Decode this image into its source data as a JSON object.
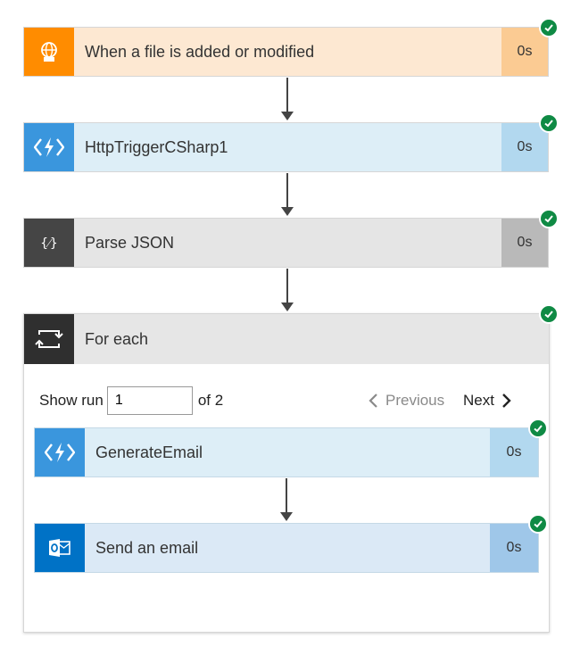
{
  "steps": [
    {
      "label": "When a file is added or modified",
      "duration": "0s",
      "icon": "sharepoint-icon",
      "colors": {
        "icon_bg": "#ff8c00",
        "body_bg": "#fde8d2",
        "dur_bg": "#fbcb93"
      }
    },
    {
      "label": "HttpTriggerCSharp1",
      "duration": "0s",
      "icon": "azure-function-icon",
      "colors": {
        "icon_bg": "#3a96dd",
        "body_bg": "#ddeef7",
        "dur_bg": "#b2d8ef"
      }
    },
    {
      "label": "Parse JSON",
      "duration": "0s",
      "icon": "data-operation-icon",
      "colors": {
        "icon_bg": "#454545",
        "body_bg": "#e5e5e5",
        "dur_bg": "#b9b9b9"
      }
    }
  ],
  "foreach": {
    "label": "For each",
    "icon": "loop-icon",
    "pager": {
      "show_run_label": "Show run",
      "run_value": "1",
      "of_label": "of 2",
      "previous_label": "Previous",
      "next_label": "Next"
    },
    "actions": [
      {
        "label": "GenerateEmail",
        "duration": "0s",
        "icon": "azure-function-icon",
        "colors": {
          "icon_bg": "#3a96dd",
          "body_bg": "#ddeef7",
          "dur_bg": "#b2d8ef"
        }
      },
      {
        "label": "Send an email",
        "duration": "0s",
        "icon": "outlook-icon",
        "colors": {
          "icon_bg": "#0072c6",
          "body_bg": "#dbe9f6",
          "dur_bg": "#9fc7e9"
        }
      }
    ]
  },
  "status": {
    "succeeded_color": "#0f8a44"
  }
}
